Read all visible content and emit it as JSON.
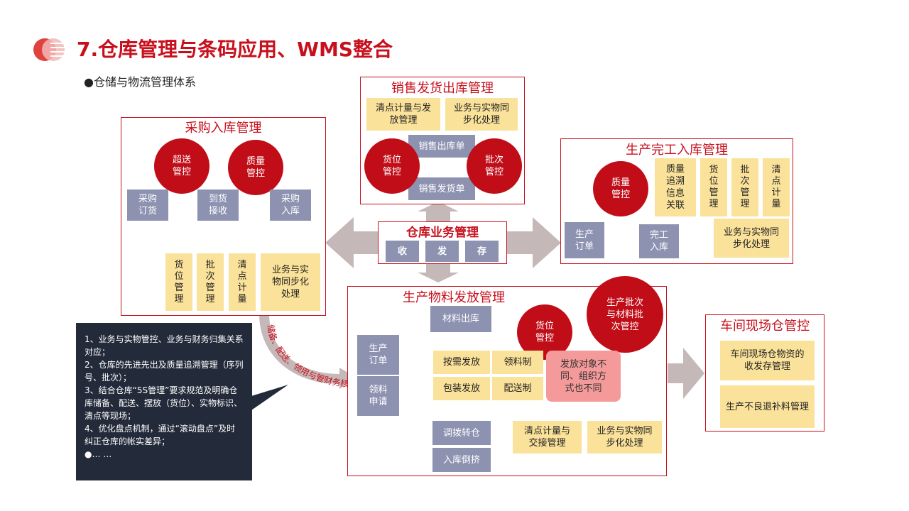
{
  "title": "7.仓库管理与条码应用、WMS整合",
  "subtitle": "●仓储与物流管理体系",
  "center": {
    "title": "仓库业务管理",
    "receive": "收",
    "issue": "发",
    "store": "存"
  },
  "procurement": {
    "title": "采购入库管理",
    "circle1": "超送\n管控",
    "circle2": "质量\n管控",
    "order": "采购\n订货",
    "receive": "到货\n接收",
    "inbound": "采购\n入库",
    "loc": "货位管理",
    "batch": "批次管理",
    "count": "清点计量",
    "sync": "业务与实\n物同步化\n处理"
  },
  "sales": {
    "title": "销售发货出库管理",
    "count": "清点计量与发\n放管理",
    "sync": "业务与实物同\n步化处理",
    "outbound": "销售出库单",
    "delivery": "销售发货单",
    "circle_loc": "货位\n管控",
    "circle_batch": "批次\n管控"
  },
  "production_in": {
    "title": "生产完工入库管理",
    "circle": "质量\n管控",
    "trace": "质量\n追溯\n信息\n关联",
    "loc": "货位管理",
    "batch": "批次管理",
    "count": "清点计量",
    "order": "生产\n订单",
    "done": "完工\n入库",
    "sync": "业务与实物同\n步化处理"
  },
  "material": {
    "title": "生产物料发放管理",
    "circle_loc": "货位\n管控",
    "circle_batch": "生产批次\n与材料批\n次管控",
    "out": "材料出库",
    "prod_order": "生产\n订单",
    "requisition": "领料\n申请",
    "on_demand": "按需发放",
    "picking": "领料制",
    "package": "包装发放",
    "distribution": "配送制",
    "pink": "发放对象不\n同、组织方\n式也不同",
    "transfer": "调拨转仓",
    "return": "入库倒挤",
    "count": "清点计量与\n交接管理",
    "sync": "业务与实物同\n步化处理"
  },
  "workshop": {
    "title": "车间现场仓管控",
    "item1": "车间现场仓物资的\n收发存管理",
    "item2": "生产不良退补料管理"
  },
  "curve_label": "储备、配送、领用与管财务核算等问题",
  "notes": "1、业务与实物管控、业务与财务归集关系对应；\n2、仓库的先进先出及质量追溯管理（序列号、批次）；\n3、结合仓库“5S管理”要求规范及明确仓库储备、配送、摆放（货位）、实物标识、清点等现场；\n4、优化盘点机制，通过“滚动盘点”及时纠正仓库的帐实差异；\n●… …",
  "colors": {
    "accent": "#c8101d",
    "yellow": "#fbe29a",
    "slate": "#8d92b1",
    "arrow": "#c5b8b8",
    "note_bg": "#232a3a"
  }
}
